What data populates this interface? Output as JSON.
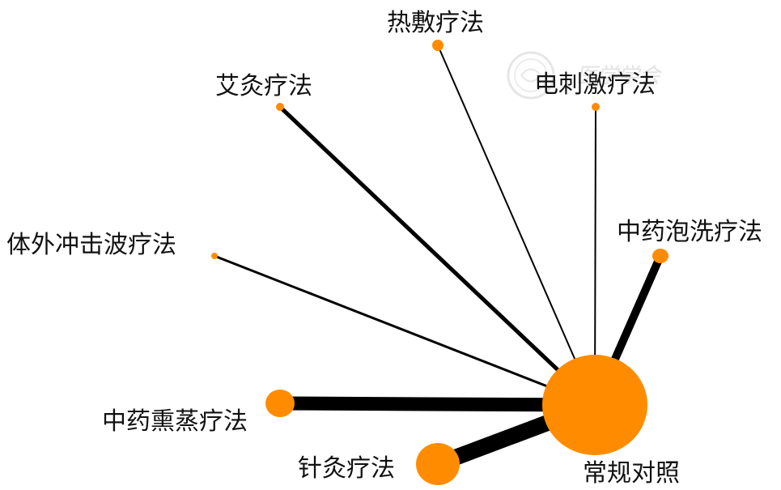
{
  "network": {
    "center": {
      "id": "control",
      "label": "常规对照"
    },
    "nodes": [
      {
        "id": "hot_compress",
        "label": "热敷疗法"
      },
      {
        "id": "moxibustion",
        "label": "艾灸疗法"
      },
      {
        "id": "electrical",
        "label": "电刺激疗法"
      },
      {
        "id": "shockwave",
        "label": "体外冲击波疗法"
      },
      {
        "id": "herbal_wash",
        "label": "中药泡洗疗法"
      },
      {
        "id": "herbal_fumigation",
        "label": "中药熏蒸疗法"
      },
      {
        "id": "acupuncture_moxa",
        "label": "针灸疗法"
      }
    ],
    "edges": [
      {
        "from": "control",
        "to": "hot_compress"
      },
      {
        "from": "control",
        "to": "moxibustion"
      },
      {
        "from": "control",
        "to": "electrical"
      },
      {
        "from": "control",
        "to": "shockwave"
      },
      {
        "from": "control",
        "to": "herbal_wash"
      },
      {
        "from": "control",
        "to": "herbal_fumigation"
      },
      {
        "from": "control",
        "to": "acupuncture_moxa"
      }
    ]
  },
  "colors": {
    "node_fill": "#ff8c00",
    "edge_stroke": "#000000",
    "label_text": "#111111"
  },
  "watermark": {
    "icon": "seal-logo-icon",
    "text": "医学学会"
  }
}
